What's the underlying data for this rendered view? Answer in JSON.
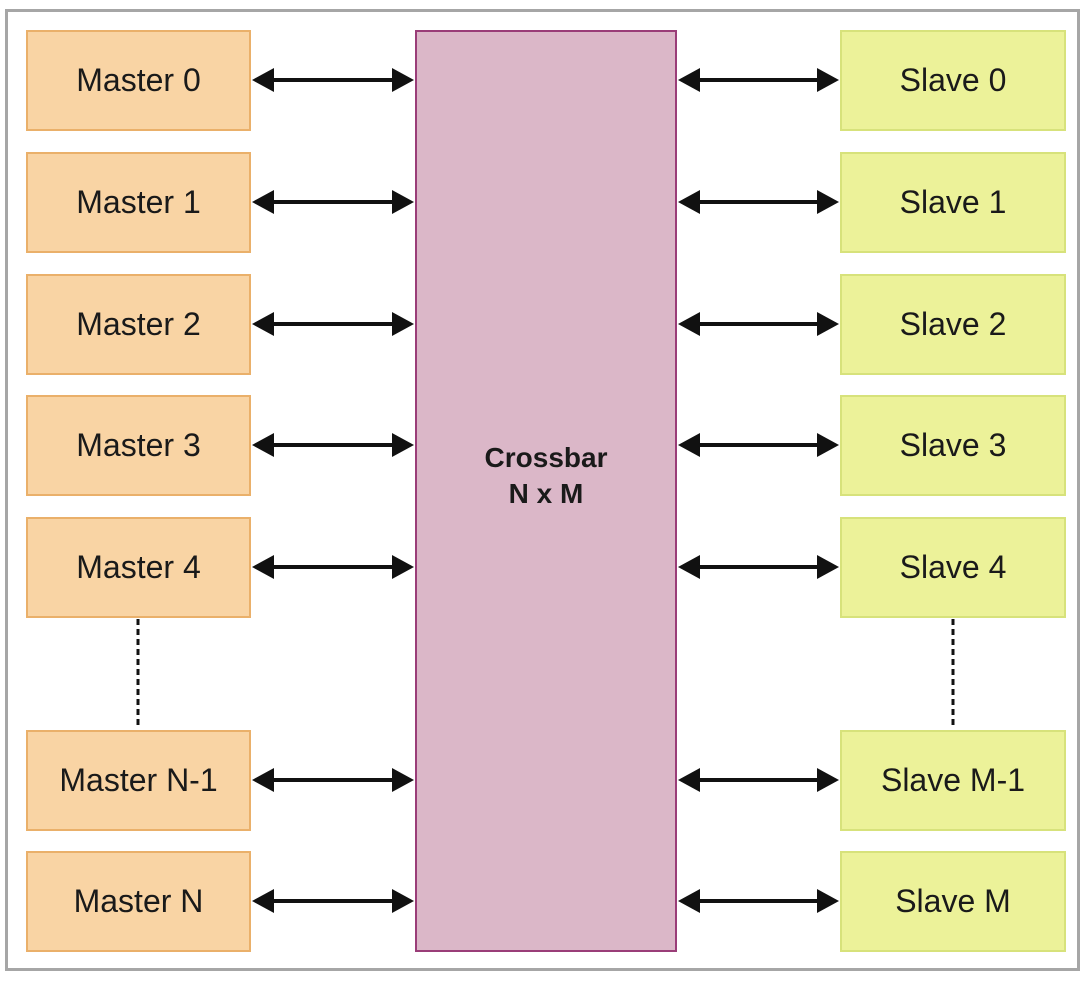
{
  "diagram": {
    "crossbar": {
      "line1": "Crossbar",
      "line2": "N x M",
      "fill": "#dbb7c8",
      "border": "#9a3d78"
    },
    "masters": [
      {
        "label": "Master 0"
      },
      {
        "label": "Master 1"
      },
      {
        "label": "Master 2"
      },
      {
        "label": "Master 3"
      },
      {
        "label": "Master 4"
      },
      {
        "label": "Master N-1"
      },
      {
        "label": "Master N"
      }
    ],
    "slaves": [
      {
        "label": "Slave 0"
      },
      {
        "label": "Slave 1"
      },
      {
        "label": "Slave 2"
      },
      {
        "label": "Slave 3"
      },
      {
        "label": "Slave 4"
      },
      {
        "label": "Slave M-1"
      },
      {
        "label": "Slave M"
      }
    ],
    "colors": {
      "master_fill": "#f9d4a4",
      "master_border": "#eab06a",
      "slave_fill": "#ecf299",
      "slave_border": "#d7e27b",
      "arrow": "#111111",
      "frame": "#a6a6a6"
    },
    "connections": "bidirectional",
    "ellipsis_between": [
      "Master 4",
      "Master N-1",
      "Slave 4",
      "Slave M-1"
    ]
  }
}
